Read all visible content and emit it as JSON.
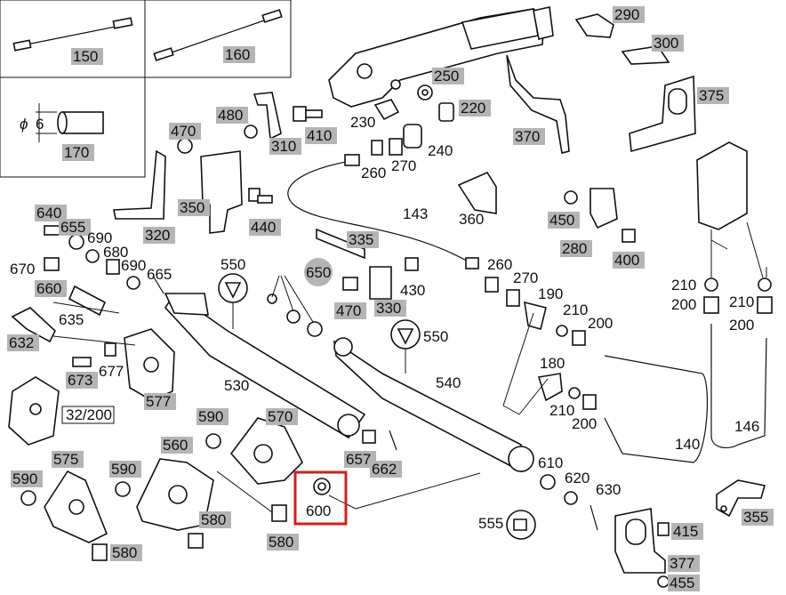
{
  "highlight_color": "#d81c1c",
  "label_bg_color": "#b4b4b4",
  "callouts": {
    "c150": "150",
    "c160": "160",
    "c170": "170",
    "c290": "290",
    "c300": "300",
    "c375": "375",
    "c250": "250",
    "c220": "220",
    "c230": "230",
    "c240": "240",
    "c260a": "260",
    "c270a": "270",
    "c370": "370",
    "c480": "480",
    "c310": "310",
    "c410": "410",
    "c470a": "470",
    "c350": "350",
    "c440": "440",
    "c320": "320",
    "c143": "143",
    "c360": "360",
    "c450": "450",
    "c280": "280",
    "c400": "400",
    "c335": "335",
    "c650": "650",
    "c470b": "470",
    "c430": "430",
    "c330": "330",
    "c640": "640",
    "c655": "655",
    "c690a": "690",
    "c680": "680",
    "c690b": "690",
    "c670": "670",
    "c665": "665",
    "c660": "660",
    "c550a": "550",
    "c635": "635",
    "c632": "632",
    "c677": "677",
    "c673": "673",
    "c577": "577",
    "c530": "530",
    "c32200": "32/200",
    "c590a": "590",
    "c570": "570",
    "c540": "540",
    "c550b": "550",
    "c260b": "260",
    "c270b": "270",
    "c190": "190",
    "c210a": "210",
    "c200a": "200",
    "c180": "180",
    "c210b": "210",
    "c200b": "200",
    "c140": "140",
    "c146": "146",
    "c210c": "210",
    "c200c": "200",
    "c210d": "210",
    "c200d": "200",
    "c560": "560",
    "c575": "575",
    "c590b": "590",
    "c590c": "590",
    "c580a": "580",
    "c580b": "580",
    "c580c": "580",
    "c600": "600",
    "c657": "657",
    "c662": "662",
    "c610": "610",
    "c620": "620",
    "c630": "630",
    "c555": "555",
    "c415": "415",
    "c377": "377",
    "c455": "455",
    "c355": "355"
  },
  "dimension": {
    "phi": "ϕ",
    "value": "6"
  }
}
